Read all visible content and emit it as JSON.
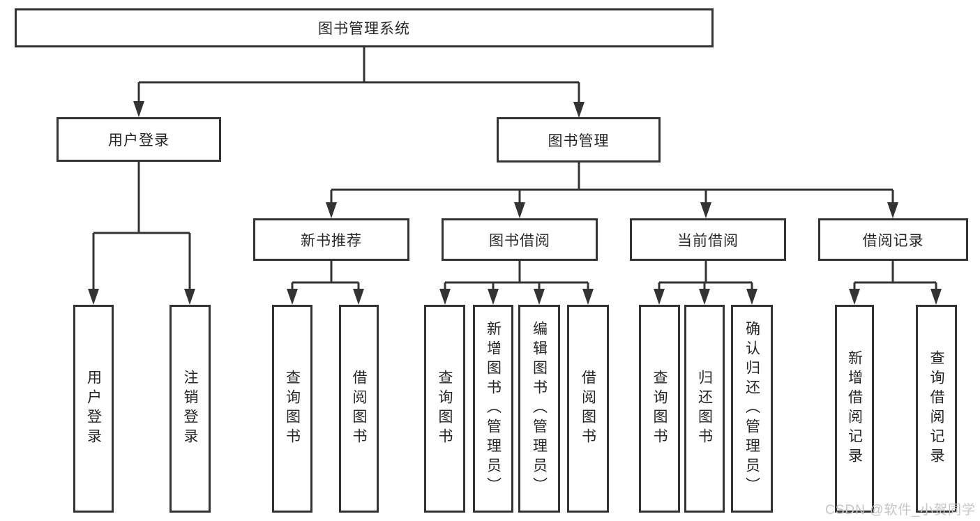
{
  "diagram": {
    "title": "图书管理系统",
    "root": {
      "label": "图书管理系统"
    },
    "level1": [
      {
        "label": "用户登录"
      },
      {
        "label": "图书管理"
      }
    ],
    "level2": [
      {
        "label": "新书推荐"
      },
      {
        "label": "图书借阅"
      },
      {
        "label": "当前借阅"
      },
      {
        "label": "借阅记录"
      }
    ],
    "leaves": {
      "user_login": [
        "用户登录",
        "注销登录"
      ],
      "new_books": [
        "查询图书",
        "借阅图书"
      ],
      "book_borrow": [
        "查询图书",
        "新增图书（管理员）",
        "编辑图书（管理员）",
        "借阅图书"
      ],
      "current_borrow": [
        "查询图书",
        "归还图书",
        "确认归还（管理员）"
      ],
      "borrow_records": [
        "新增借阅记录",
        "查询借阅记录"
      ]
    }
  },
  "watermark": "CSDN @软件_小贺同学",
  "colors": {
    "line": "#333333",
    "text": "#262626",
    "background": "#ffffff",
    "watermark": "#c8c5c8"
  }
}
